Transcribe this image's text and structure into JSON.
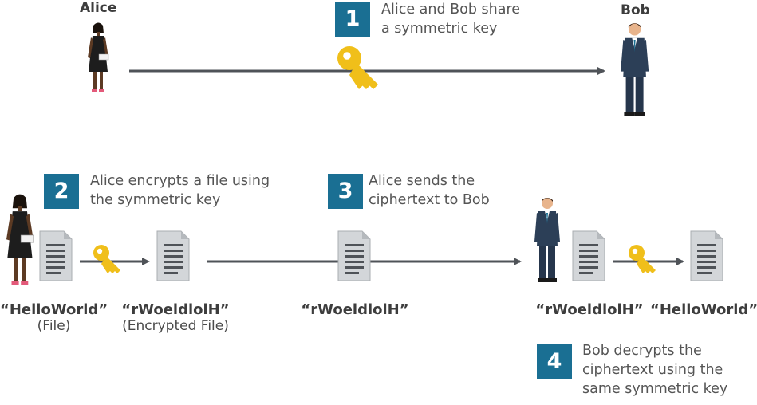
{
  "people": {
    "alice": "Alice",
    "bob": "Bob"
  },
  "steps": [
    {
      "number": "1",
      "line1": "Alice and Bob share",
      "line2": "a symmetric key",
      "line3": ""
    },
    {
      "number": "2",
      "line1": "Alice encrypts a file using",
      "line2": "the symmetric key",
      "line3": ""
    },
    {
      "number": "3",
      "line1": "Alice sends the",
      "line2": "ciphertext to Bob",
      "line3": ""
    },
    {
      "number": "4",
      "line1": "Bob decrypts the",
      "line2": "ciphertext using the",
      "line3": "same symmetric key"
    }
  ],
  "files": {
    "plain": {
      "text": "“HelloWorld”",
      "sub": "(File)"
    },
    "encrypted": {
      "text": "“rWoeldlolH”",
      "sub": "(Encrypted File)"
    },
    "sent": {
      "text": "“rWoeldlolH”"
    },
    "received": {
      "text": "“rWoeldlolH”"
    },
    "decrypted": {
      "text": "“HelloWorld”"
    }
  },
  "colors": {
    "badge": "#1a6f93",
    "arrow": "#4f5358",
    "key": "#f0bf1a",
    "document": "#c9cdd0",
    "suit": "#2c3f57",
    "dress": "#1d1d1d"
  }
}
